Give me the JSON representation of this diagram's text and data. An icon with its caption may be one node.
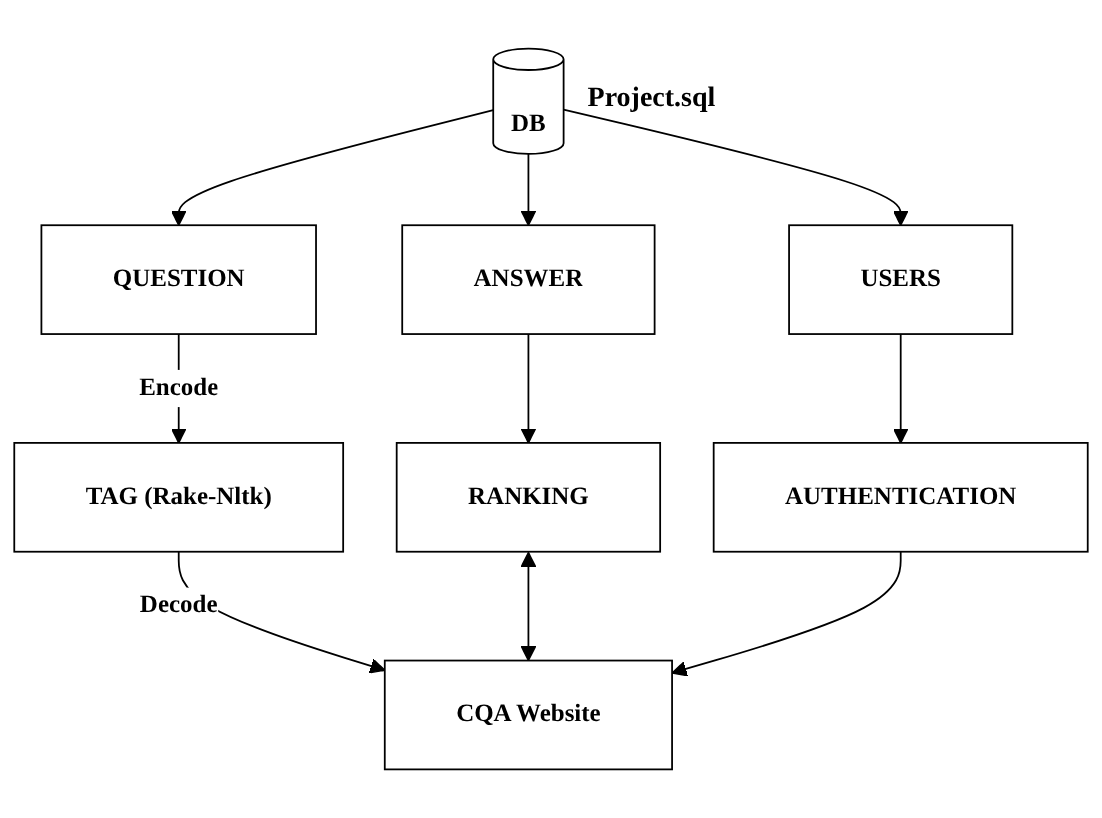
{
  "diagram": {
    "nodes": [
      {
        "text": [
          "DB"
        ],
        "beside": [
          "Project.sql"
        ]
      },
      {
        "text": [
          "QUESTION"
        ]
      },
      {
        "text": [
          "ANSWER"
        ]
      },
      {
        "text": [
          "USERS"
        ]
      },
      {
        "text": [
          "TAG (Rake-Nltk)"
        ]
      },
      {
        "text": [
          "RANKING"
        ]
      },
      {
        "text": [
          "AUTHENTICATION"
        ]
      },
      {
        "text": [
          "CQA Website"
        ]
      }
    ],
    "edges": [
      {
        "from": 0,
        "to": 1,
        "arrow": "to"
      },
      {
        "from": 0,
        "to": 2,
        "arrow": "to"
      },
      {
        "from": 0,
        "to": 3,
        "arrow": "to"
      },
      {
        "from": 1,
        "to": 4,
        "arrow": "to",
        "label": "Encode"
      },
      {
        "from": 2,
        "to": 5,
        "arrow": "to"
      },
      {
        "from": 3,
        "to": 6,
        "arrow": "to"
      },
      {
        "from": 4,
        "to": 7,
        "arrow": "to",
        "label": "Decode"
      },
      {
        "from": 5,
        "to": 7,
        "arrow": "both"
      },
      {
        "from": 6,
        "to": 7,
        "arrow": "to"
      }
    ]
  }
}
